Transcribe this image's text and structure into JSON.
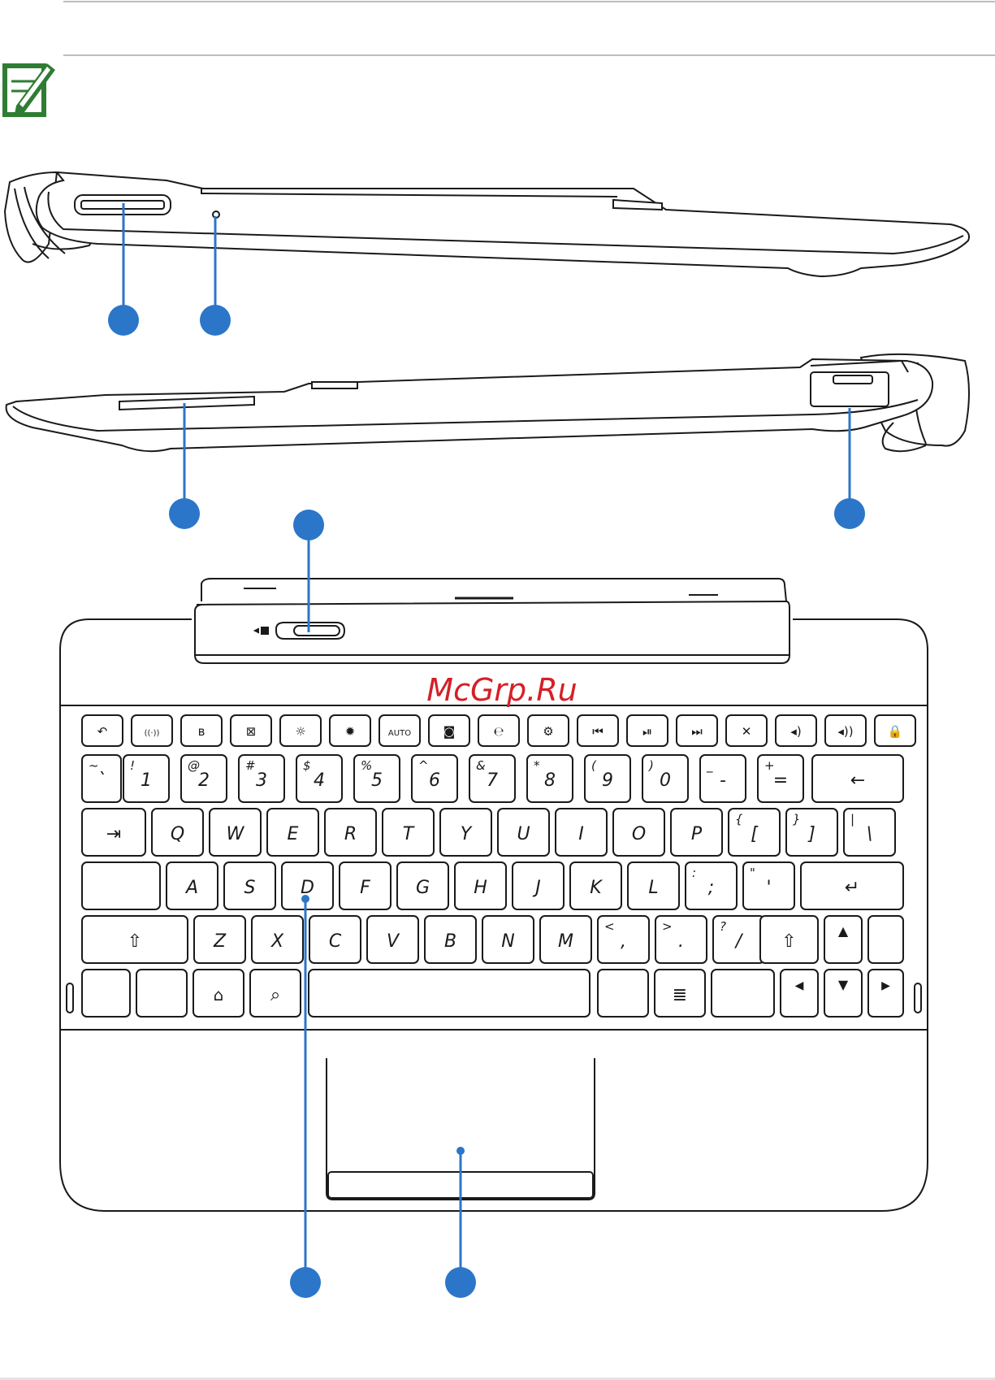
{
  "watermark": {
    "text": "McGrp.Ru",
    "color": "#d42027"
  },
  "colors": {
    "callout": "#2b76c9",
    "note_icon": "#2e7d32",
    "outline": "#1a1a1a",
    "rule": "#bdbdbd"
  },
  "icons": {
    "note": "note-pencil-icon"
  },
  "diagram": {
    "views": [
      "dock-left-side-view",
      "dock-right-side-view",
      "dock-top-view"
    ],
    "callouts_count": 7
  },
  "keyboard": {
    "fn_row": [
      {
        "name": "back-key",
        "glyph": "↶"
      },
      {
        "name": "wireless-key",
        "glyph": "((·))"
      },
      {
        "name": "bluetooth-key",
        "glyph": "ʙ"
      },
      {
        "name": "touchpad-toggle-key",
        "glyph": "⊠"
      },
      {
        "name": "brightness-down-key",
        "glyph": "☼"
      },
      {
        "name": "brightness-up-key",
        "glyph": "✹"
      },
      {
        "name": "auto-brightness-key",
        "glyph": "AUTO"
      },
      {
        "name": "screenshot-key",
        "glyph": "◙"
      },
      {
        "name": "browser-key",
        "glyph": "℮"
      },
      {
        "name": "settings-key",
        "glyph": "⚙"
      },
      {
        "name": "previous-track-key",
        "glyph": "⏮"
      },
      {
        "name": "play-pause-key",
        "glyph": "⏯"
      },
      {
        "name": "next-track-key",
        "glyph": "⏭"
      },
      {
        "name": "mute-key",
        "glyph": "✕"
      },
      {
        "name": "volume-down-key",
        "glyph": "◂)"
      },
      {
        "name": "volume-up-key",
        "glyph": "◂))"
      },
      {
        "name": "lock-key",
        "glyph": "🔒"
      }
    ],
    "number_row": [
      {
        "top": "~",
        "main": "`"
      },
      {
        "top": "!",
        "main": "1"
      },
      {
        "top": "@",
        "main": "2"
      },
      {
        "top": "#",
        "main": "3"
      },
      {
        "top": "$",
        "main": "4"
      },
      {
        "top": "%",
        "main": "5"
      },
      {
        "top": "^",
        "main": "6"
      },
      {
        "top": "&",
        "main": "7"
      },
      {
        "top": "*",
        "main": "8"
      },
      {
        "top": "(",
        "main": "9"
      },
      {
        "top": ")",
        "main": "0"
      },
      {
        "top": "_",
        "main": "-"
      },
      {
        "top": "+",
        "main": "="
      },
      {
        "top": "",
        "main": "←"
      }
    ],
    "qwerty_row": [
      "Q",
      "W",
      "E",
      "R",
      "T",
      "Y",
      "U",
      "I",
      "O",
      "P"
    ],
    "qwerty_extra": [
      {
        "top": "{",
        "main": "["
      },
      {
        "top": "}",
        "main": "]"
      },
      {
        "top": "|",
        "main": "\\"
      }
    ],
    "home_row": [
      "A",
      "S",
      "D",
      "F",
      "G",
      "H",
      "J",
      "K",
      "L"
    ],
    "home_extra": [
      {
        "top": ":",
        "main": ";"
      },
      {
        "top": "\"",
        "main": "'"
      }
    ],
    "bottom_row": [
      "Z",
      "X",
      "C",
      "V",
      "B",
      "N",
      "M"
    ],
    "bottom_extra": [
      {
        "top": "<",
        "main": ","
      },
      {
        "top": ">",
        "main": "."
      },
      {
        "top": "?",
        "main": "/"
      }
    ],
    "special": {
      "tab": "⇥",
      "enter": "↵",
      "shift": "⇧",
      "home": "⌂",
      "search": "⌕",
      "menu": "≣",
      "up": "▲",
      "down": "▼",
      "left": "◀",
      "right": "▶"
    }
  }
}
